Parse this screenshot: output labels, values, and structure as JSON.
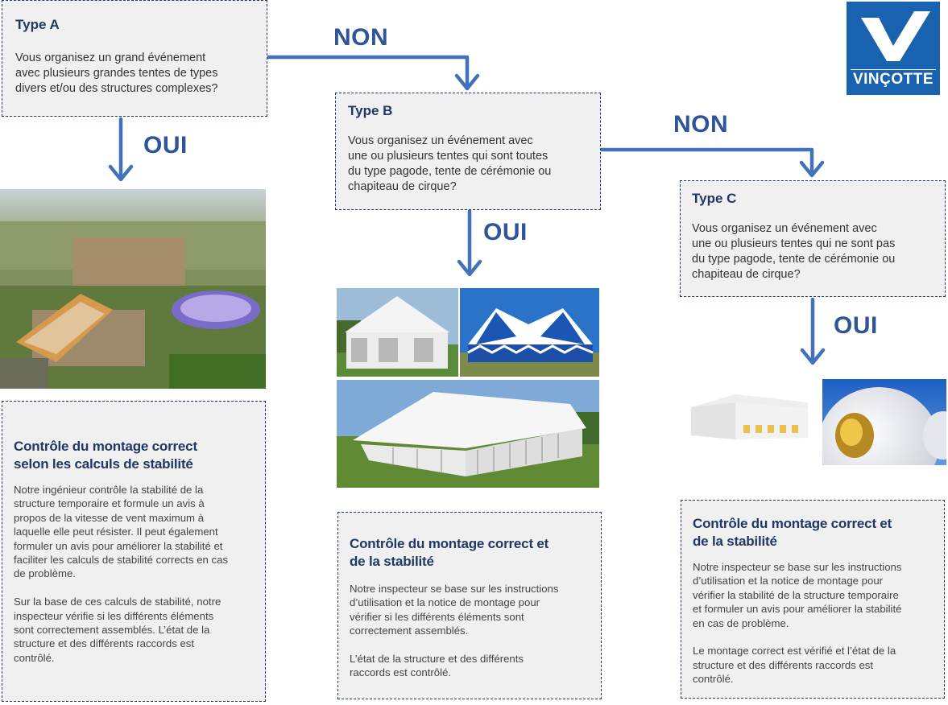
{
  "type_a": {
    "title": "Type A",
    "question": "Vous organisez un grand événement\navec plusieurs grandes tentes de types\ndivers et/ou des structures complexes?"
  },
  "type_b": {
    "title": "Type B",
    "question": "Vous organisez un événement  avec\nune ou plusieurs tentes qui sont toutes\ndu type pagode, tente de cérémonie ou\nchapiteau de cirque?"
  },
  "type_c": {
    "title": "Type C",
    "question": "Vous organisez un événement  avec\nune ou plusieurs tentes qui ne sont pas\ndu type pagode, tente de cérémonie ou\nchapiteau de cirque?"
  },
  "connectors": {
    "non_1": "NON",
    "non_2": "NON",
    "oui_a": "OUI",
    "oui_b": "OUI",
    "oui_c": "OUI"
  },
  "control_a": {
    "title": "Contrôle du montage correct\nselon les calculs de stabilité",
    "text": "Notre ingénieur contrôle la stabilité de la\nstructure temporaire et formule un avis à\npropos de la vitesse de vent maximum à\nlaquelle elle peut résister. Il peut également\nformuler un avis pour améliorer la stabilité et\nfaciliter les calculs de stabilité corrects en cas\nde problème.\n\nSur la base de ces calculs de stabilité, notre\ninspecteur vérifie si les différents éléments\nsont correctement assemblés. L’état de la\nstructure et des différents raccords est\ncontrôlé."
  },
  "control_b": {
    "title": "Contrôle du montage correct et\nde la stabilité",
    "text": "Notre inspecteur se base sur les instructions\nd’utilisation et la notice de montage pour\nvérifier si les différents éléments sont\ncorrectement assemblés.\n\nL’état de la structure et des différents\nraccords est contrôlé."
  },
  "control_c": {
    "title": "Contrôle du montage correct et\nde la stabilité",
    "text": "Notre inspecteur se base sur les instructions\nd’utilisation et la notice de montage pour\nvérifier la stabilité de la structure temporaire\net formuler un avis pour améliorer la stabilité\nen cas de problème.\n\nLe montage correct est vérifié et l’état de la\nstructure et des différents raccords est\ncontrôlé."
  },
  "logo": {
    "wordmark": "VINÇOTTE"
  },
  "colors": {
    "arrow": "#4472b8",
    "label": "#2e5597",
    "title": "#1f3864",
    "box_bg": "#f0f0f0",
    "logo_bg": "#1862b0"
  }
}
